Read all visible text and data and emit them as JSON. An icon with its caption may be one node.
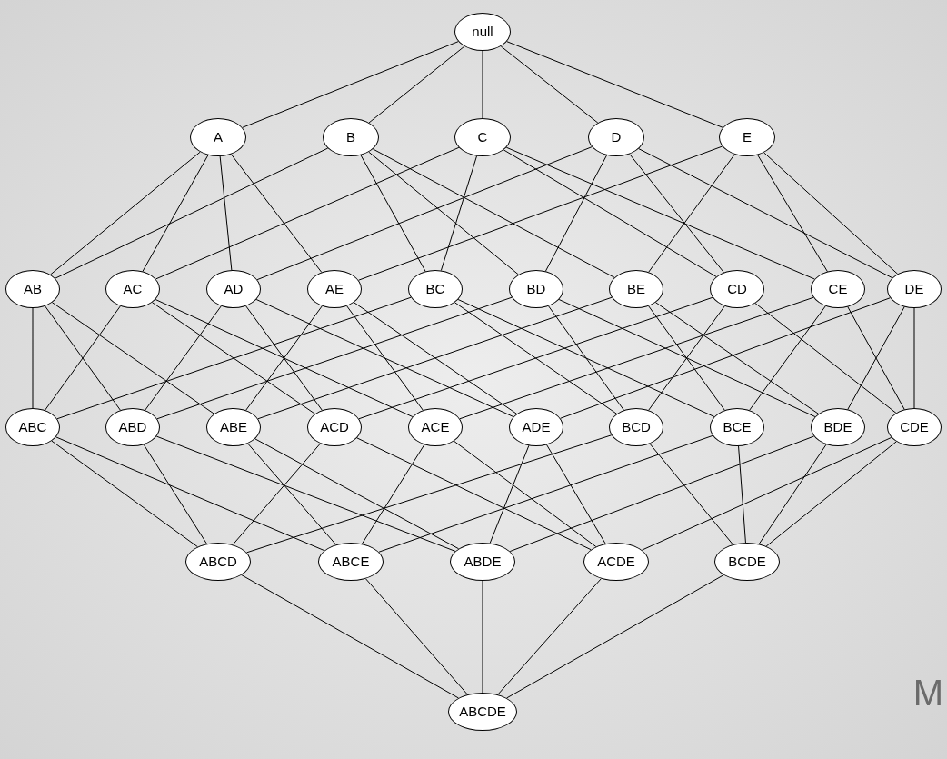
{
  "diagram": {
    "nodes": [
      {
        "text": [
          "null"
        ]
      },
      {
        "text": [
          "A"
        ]
      },
      {
        "text": [
          "B"
        ]
      },
      {
        "text": [
          "C"
        ]
      },
      {
        "text": [
          "D"
        ]
      },
      {
        "text": [
          "E"
        ]
      },
      {
        "text": [
          "AB"
        ]
      },
      {
        "text": [
          "AC"
        ]
      },
      {
        "text": [
          "AD"
        ]
      },
      {
        "text": [
          "AE"
        ]
      },
      {
        "text": [
          "BC"
        ]
      },
      {
        "text": [
          "BD"
        ]
      },
      {
        "text": [
          "BE"
        ]
      },
      {
        "text": [
          "CD"
        ]
      },
      {
        "text": [
          "CE"
        ]
      },
      {
        "text": [
          "DE"
        ]
      },
      {
        "text": [
          "ABC"
        ]
      },
      {
        "text": [
          "ABD"
        ]
      },
      {
        "text": [
          "ABE"
        ]
      },
      {
        "text": [
          "ACD"
        ]
      },
      {
        "text": [
          "ACE"
        ]
      },
      {
        "text": [
          "ADE"
        ]
      },
      {
        "text": [
          "BCD"
        ]
      },
      {
        "text": [
          "BCE"
        ]
      },
      {
        "text": [
          "BDE"
        ]
      },
      {
        "text": [
          "CDE"
        ]
      },
      {
        "text": [
          "ABCD"
        ]
      },
      {
        "text": [
          "ABCE"
        ]
      },
      {
        "text": [
          "ABDE"
        ]
      },
      {
        "text": [
          "ACDE"
        ]
      },
      {
        "text": [
          "BCDE"
        ]
      },
      {
        "text": [
          "ABCDE"
        ]
      }
    ],
    "edges": [
      {
        "from": 0,
        "to": 1,
        "arrow": "none"
      },
      {
        "from": 0,
        "to": 2,
        "arrow": "none"
      },
      {
        "from": 0,
        "to": 3,
        "arrow": "none"
      },
      {
        "from": 0,
        "to": 4,
        "arrow": "none"
      },
      {
        "from": 0,
        "to": 5,
        "arrow": "none"
      },
      {
        "from": 1,
        "to": 6,
        "arrow": "none"
      },
      {
        "from": 1,
        "to": 7,
        "arrow": "none"
      },
      {
        "from": 1,
        "to": 8,
        "arrow": "none"
      },
      {
        "from": 1,
        "to": 9,
        "arrow": "none"
      },
      {
        "from": 2,
        "to": 6,
        "arrow": "none"
      },
      {
        "from": 2,
        "to": 10,
        "arrow": "none"
      },
      {
        "from": 2,
        "to": 11,
        "arrow": "none"
      },
      {
        "from": 2,
        "to": 12,
        "arrow": "none"
      },
      {
        "from": 3,
        "to": 7,
        "arrow": "none"
      },
      {
        "from": 3,
        "to": 10,
        "arrow": "none"
      },
      {
        "from": 3,
        "to": 13,
        "arrow": "none"
      },
      {
        "from": 3,
        "to": 14,
        "arrow": "none"
      },
      {
        "from": 4,
        "to": 8,
        "arrow": "none"
      },
      {
        "from": 4,
        "to": 11,
        "arrow": "none"
      },
      {
        "from": 4,
        "to": 13,
        "arrow": "none"
      },
      {
        "from": 4,
        "to": 15,
        "arrow": "none"
      },
      {
        "from": 5,
        "to": 9,
        "arrow": "none"
      },
      {
        "from": 5,
        "to": 12,
        "arrow": "none"
      },
      {
        "from": 5,
        "to": 14,
        "arrow": "none"
      },
      {
        "from": 5,
        "to": 15,
        "arrow": "none"
      },
      {
        "from": 6,
        "to": 16,
        "arrow": "none"
      },
      {
        "from": 6,
        "to": 17,
        "arrow": "none"
      },
      {
        "from": 6,
        "to": 18,
        "arrow": "none"
      },
      {
        "from": 7,
        "to": 16,
        "arrow": "none"
      },
      {
        "from": 7,
        "to": 19,
        "arrow": "none"
      },
      {
        "from": 7,
        "to": 20,
        "arrow": "none"
      },
      {
        "from": 8,
        "to": 17,
        "arrow": "none"
      },
      {
        "from": 8,
        "to": 19,
        "arrow": "none"
      },
      {
        "from": 8,
        "to": 21,
        "arrow": "none"
      },
      {
        "from": 9,
        "to": 18,
        "arrow": "none"
      },
      {
        "from": 9,
        "to": 20,
        "arrow": "none"
      },
      {
        "from": 9,
        "to": 21,
        "arrow": "none"
      },
      {
        "from": 10,
        "to": 16,
        "arrow": "none"
      },
      {
        "from": 10,
        "to": 22,
        "arrow": "none"
      },
      {
        "from": 10,
        "to": 23,
        "arrow": "none"
      },
      {
        "from": 11,
        "to": 17,
        "arrow": "none"
      },
      {
        "from": 11,
        "to": 22,
        "arrow": "none"
      },
      {
        "from": 11,
        "to": 24,
        "arrow": "none"
      },
      {
        "from": 12,
        "to": 18,
        "arrow": "none"
      },
      {
        "from": 12,
        "to": 23,
        "arrow": "none"
      },
      {
        "from": 12,
        "to": 24,
        "arrow": "none"
      },
      {
        "from": 13,
        "to": 19,
        "arrow": "none"
      },
      {
        "from": 13,
        "to": 22,
        "arrow": "none"
      },
      {
        "from": 13,
        "to": 25,
        "arrow": "none"
      },
      {
        "from": 14,
        "to": 20,
        "arrow": "none"
      },
      {
        "from": 14,
        "to": 23,
        "arrow": "none"
      },
      {
        "from": 14,
        "to": 25,
        "arrow": "none"
      },
      {
        "from": 15,
        "to": 21,
        "arrow": "none"
      },
      {
        "from": 15,
        "to": 24,
        "arrow": "none"
      },
      {
        "from": 15,
        "to": 25,
        "arrow": "none"
      },
      {
        "from": 16,
        "to": 26,
        "arrow": "none"
      },
      {
        "from": 16,
        "to": 27,
        "arrow": "none"
      },
      {
        "from": 17,
        "to": 26,
        "arrow": "none"
      },
      {
        "from": 17,
        "to": 28,
        "arrow": "none"
      },
      {
        "from": 18,
        "to": 27,
        "arrow": "none"
      },
      {
        "from": 18,
        "to": 28,
        "arrow": "none"
      },
      {
        "from": 19,
        "to": 26,
        "arrow": "none"
      },
      {
        "from": 19,
        "to": 29,
        "arrow": "none"
      },
      {
        "from": 20,
        "to": 27,
        "arrow": "none"
      },
      {
        "from": 20,
        "to": 29,
        "arrow": "none"
      },
      {
        "from": 21,
        "to": 28,
        "arrow": "none"
      },
      {
        "from": 21,
        "to": 29,
        "arrow": "none"
      },
      {
        "from": 22,
        "to": 26,
        "arrow": "none"
      },
      {
        "from": 22,
        "to": 30,
        "arrow": "none"
      },
      {
        "from": 23,
        "to": 27,
        "arrow": "none"
      },
      {
        "from": 23,
        "to": 30,
        "arrow": "none"
      },
      {
        "from": 24,
        "to": 28,
        "arrow": "none"
      },
      {
        "from": 24,
        "to": 30,
        "arrow": "none"
      },
      {
        "from": 25,
        "to": 29,
        "arrow": "none"
      },
      {
        "from": 25,
        "to": 30,
        "arrow": "none"
      },
      {
        "from": 26,
        "to": 31,
        "arrow": "none"
      },
      {
        "from": 27,
        "to": 31,
        "arrow": "none"
      },
      {
        "from": 28,
        "to": 31,
        "arrow": "none"
      },
      {
        "from": 29,
        "to": 31,
        "arrow": "none"
      },
      {
        "from": 30,
        "to": 31,
        "arrow": "none"
      }
    ],
    "labels": [
      "M"
    ]
  }
}
